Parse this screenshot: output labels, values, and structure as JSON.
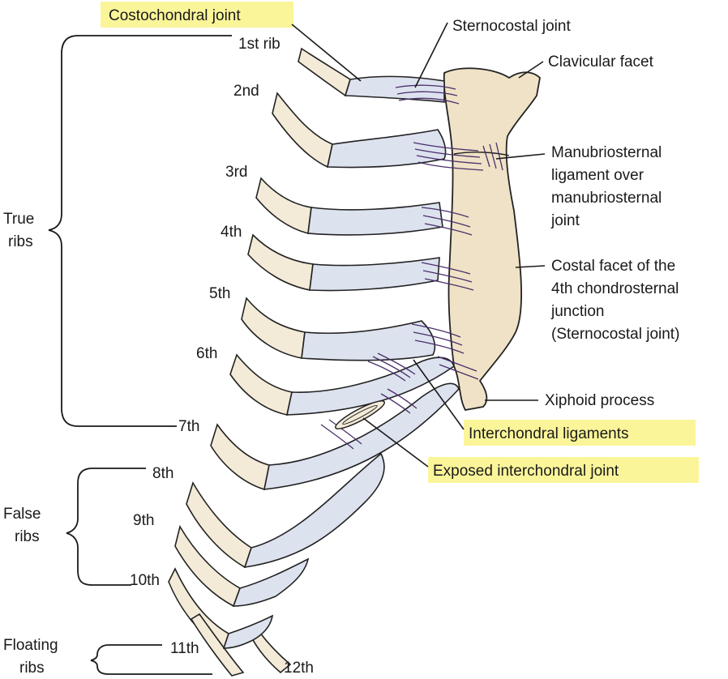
{
  "labels": {
    "costochondral_joint": "Costochondral joint",
    "sternocostal_joint": "Sternocostal joint",
    "clavicular_facet": "Clavicular facet",
    "manubriosternal": [
      "Manubriosternal",
      "ligament over",
      "manubriosternal",
      "joint"
    ],
    "costal_facet": [
      "Costal facet of the",
      "4th chondrosternal",
      "junction",
      "(Sternocostal joint)"
    ],
    "xiphoid_process": "Xiphoid process",
    "interchondral_ligaments": "Interchondral ligaments",
    "exposed_interchondral_joint": "Exposed interchondral joint"
  },
  "ribs": {
    "r1": "1st rib",
    "r2": "2nd",
    "r3": "3rd",
    "r4": "4th",
    "r5": "5th",
    "r6": "6th",
    "r7": "7th",
    "r8": "8th",
    "r9": "9th",
    "r10": "10th",
    "r11": "11th",
    "r12": "12th"
  },
  "groups": {
    "true_ribs": [
      "True",
      "ribs"
    ],
    "false_ribs": [
      "False",
      "ribs"
    ],
    "floating_ribs": [
      "Floating",
      "ribs"
    ]
  },
  "colors": {
    "highlight": "#fbf59a",
    "bone": "#f3ead8",
    "cartilage": "#dde2ef",
    "ligament": "#4a2f6b"
  }
}
